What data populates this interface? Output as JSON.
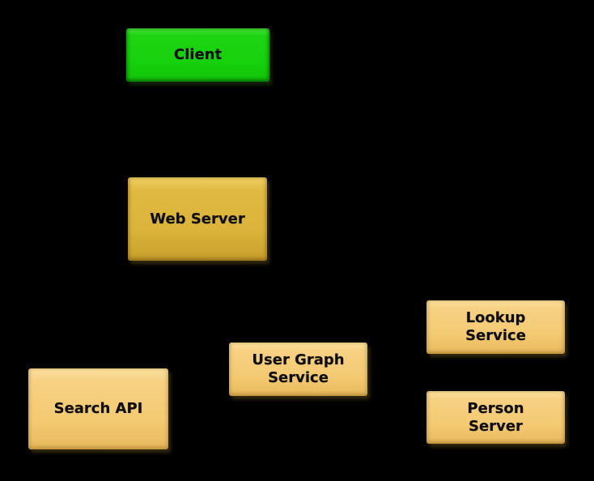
{
  "diagram": {
    "background_color": "#000000",
    "text_color": "#0d0d0d",
    "nodes": [
      {
        "id": "client",
        "label": "Client",
        "fill": "#18D30D",
        "variant": "green"
      },
      {
        "id": "web-server",
        "label": "Web Server",
        "fill": "#DCB43A",
        "variant": "gold"
      },
      {
        "id": "search-api",
        "label": "Search API",
        "fill": "#F4CA73",
        "variant": "tan"
      },
      {
        "id": "user-graph-service",
        "label": "User Graph\nService",
        "fill": "#F4CA73",
        "variant": "tan"
      },
      {
        "id": "lookup-service",
        "label": "Lookup\nService",
        "fill": "#F4CA73",
        "variant": "tan"
      },
      {
        "id": "person-server",
        "label": "Person\nServer",
        "fill": "#F4CA73",
        "variant": "tan"
      }
    ]
  }
}
